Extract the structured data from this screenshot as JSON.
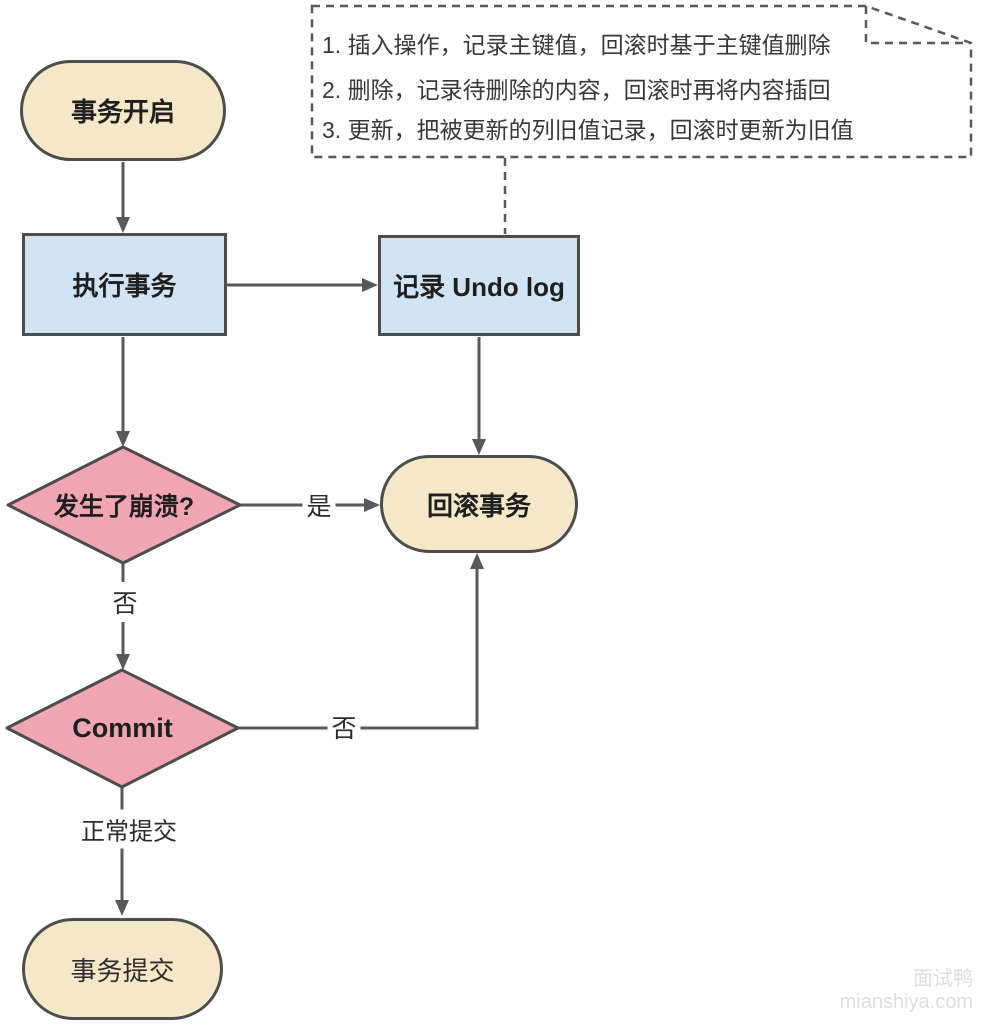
{
  "note": {
    "lines": [
      "1. 插入操作，记录主键值，回滚时基于主键值删除",
      "2. 删除，记录待删除的内容，回滚时再将内容插回",
      "3. 更新，把被更新的列旧值记录，回滚时更新为旧值"
    ]
  },
  "nodes": {
    "start": {
      "label": "事务开启"
    },
    "execute": {
      "label": "执行事务"
    },
    "undo_log": {
      "label": "记录 Undo log"
    },
    "crash": {
      "label": "发生了崩溃?"
    },
    "rollback": {
      "label": "回滚事务"
    },
    "commit": {
      "label": "Commit"
    },
    "done": {
      "label": "事务提交"
    }
  },
  "edge_labels": {
    "yes": "是",
    "no_crash": "否",
    "no_commit": "否",
    "normal_commit": "正常提交"
  },
  "watermark": {
    "brand": "面试鸭",
    "domain": "mianshiya.com"
  },
  "colors": {
    "fill_cream": "#F5E8C8",
    "fill_blue": "#D1E4F3",
    "fill_pink": "#F0A5B2",
    "shape_stroke": "#4D4D4D",
    "line_stroke": "#595959",
    "text_dark": "#1F1F1F",
    "label_text": "#2B2B2B",
    "note_text": "#383838",
    "watermark_gray": "#DEDEDE"
  }
}
